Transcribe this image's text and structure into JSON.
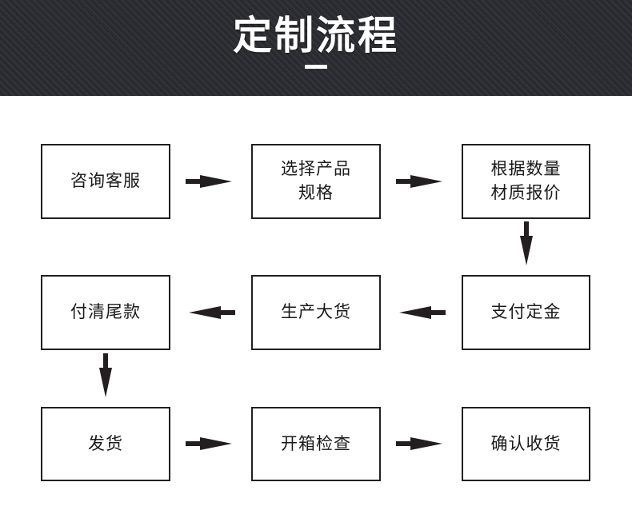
{
  "banner": {
    "title": "定制流程",
    "rule_name": "title-underline-dash",
    "background_color": "#2b2c31",
    "text_color": "#ffffff"
  },
  "diagram": {
    "type": "flowchart",
    "orientation": "boustrophedon",
    "node_border_color": "#231f20",
    "node_fill_color": "#ffffff",
    "arrow_color": "#231f20",
    "nodes": [
      {
        "id": "n1",
        "label": "咨询客服",
        "row": 1,
        "col": 1,
        "lines": 1
      },
      {
        "id": "n2",
        "label": "选择产品\n规格",
        "row": 1,
        "col": 2,
        "lines": 2
      },
      {
        "id": "n3",
        "label": "根据数量\n材质报价",
        "row": 1,
        "col": 3,
        "lines": 2
      },
      {
        "id": "n4",
        "label": "付清尾款",
        "row": 2,
        "col": 1,
        "lines": 1
      },
      {
        "id": "n5",
        "label": "生产大货",
        "row": 2,
        "col": 2,
        "lines": 1
      },
      {
        "id": "n6",
        "label": "支付定金",
        "row": 2,
        "col": 3,
        "lines": 1
      },
      {
        "id": "n7",
        "label": "发货",
        "row": 3,
        "col": 1,
        "lines": 1
      },
      {
        "id": "n8",
        "label": "开箱检查",
        "row": 3,
        "col": 2,
        "lines": 1
      },
      {
        "id": "n9",
        "label": "确认收货",
        "row": 3,
        "col": 3,
        "lines": 1
      }
    ],
    "edges": [
      {
        "id": "e1",
        "from": "n1",
        "to": "n2",
        "direction": "right"
      },
      {
        "id": "e2",
        "from": "n2",
        "to": "n3",
        "direction": "right"
      },
      {
        "id": "e3",
        "from": "n3",
        "to": "n6",
        "direction": "down"
      },
      {
        "id": "e4",
        "from": "n6",
        "to": "n5",
        "direction": "left"
      },
      {
        "id": "e5",
        "from": "n5",
        "to": "n4",
        "direction": "left"
      },
      {
        "id": "e6",
        "from": "n4",
        "to": "n7",
        "direction": "down"
      },
      {
        "id": "e7",
        "from": "n7",
        "to": "n8",
        "direction": "right"
      },
      {
        "id": "e8",
        "from": "n8",
        "to": "n9",
        "direction": "right"
      }
    ]
  }
}
